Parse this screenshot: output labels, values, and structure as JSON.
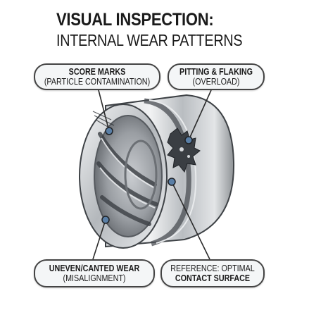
{
  "title": {
    "line1": "VISUAL INSPECTION:",
    "line2": "INTERNAL WEAR PATTERNS"
  },
  "callouts": {
    "score": {
      "line1": "SCORE MARKS",
      "line2": "(PARTICLE CONTAMINATION)"
    },
    "pitting": {
      "line1": "PITTING & FLAKING",
      "line2": "(OVERLOAD)"
    },
    "uneven": {
      "line1": "UNEVEN/CANTED WEAR",
      "line2": "(MISALIGNMENT)"
    },
    "reference": {
      "line1": "REFERENCE: OPTIMAL",
      "line2": "CONTACT SURFACE"
    }
  },
  "colors": {
    "metal_light": "#e6e8ea",
    "metal_mid": "#a9adb1",
    "metal_dark": "#4a4e53",
    "marker_fill": "#5a7fa6",
    "leader": "#2b2b2b"
  }
}
